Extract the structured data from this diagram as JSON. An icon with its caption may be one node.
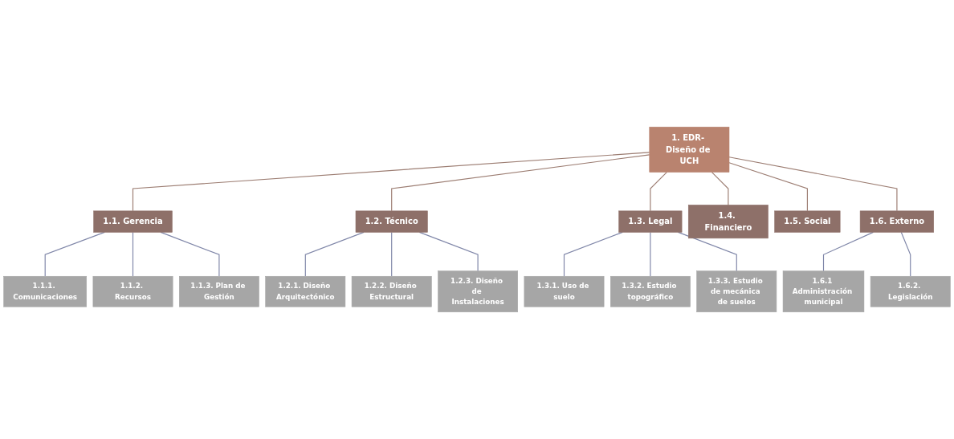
{
  "diagram": {
    "nodes": [
      {
        "text": [
          "1. EDR- Diseño de UCH"
        ]
      },
      {
        "text": [
          "1.1. Gerencia"
        ]
      },
      {
        "text": [
          "1.2. Técnico"
        ]
      },
      {
        "text": [
          "1.3. Legal"
        ]
      },
      {
        "text": [
          "1.4. Financiero"
        ]
      },
      {
        "text": [
          "1.5. Social"
        ]
      },
      {
        "text": [
          "1.6. Externo"
        ]
      },
      {
        "text": [
          "1.1.1. Comunicaciones"
        ]
      },
      {
        "text": [
          "1.1.2. Recursos"
        ]
      },
      {
        "text": [
          "1.1.3. Plan de Gestión"
        ]
      },
      {
        "text": [
          "1.2.1. Diseño Arquitectónico"
        ]
      },
      {
        "text": [
          "1.2.2. Diseño Estructural"
        ]
      },
      {
        "text": [
          "1.2.3. Diseño de Instalaciones"
        ]
      },
      {
        "text": [
          "1.3.1. Uso de suelo"
        ]
      },
      {
        "text": [
          "1.3.2. Estudio topográfico"
        ]
      },
      {
        "text": [
          "1.3.3. Estudio de mecánica de suelos"
        ]
      },
      {
        "text": [
          "1.6.1 Administración municipal"
        ]
      },
      {
        "text": [
          "1.6.2. Legislación"
        ]
      }
    ],
    "edges": [
      {
        "from": 0,
        "to": 1,
        "arrow": "none",
        "color": "#9c7d72"
      },
      {
        "from": 0,
        "to": 2,
        "arrow": "none",
        "color": "#9c7d72"
      },
      {
        "from": 0,
        "to": 3,
        "arrow": "none",
        "color": "#9c7d72"
      },
      {
        "from": 0,
        "to": 4,
        "arrow": "none",
        "color": "#9c7d72"
      },
      {
        "from": 0,
        "to": 5,
        "arrow": "none",
        "color": "#9c7d72"
      },
      {
        "from": 0,
        "to": 6,
        "arrow": "none",
        "color": "#9c7d72"
      },
      {
        "from": 1,
        "to": 7,
        "arrow": "none"
      },
      {
        "from": 1,
        "to": 8,
        "arrow": "none"
      },
      {
        "from": 1,
        "to": 9,
        "arrow": "none"
      },
      {
        "from": 2,
        "to": 10,
        "arrow": "none"
      },
      {
        "from": 2,
        "to": 11,
        "arrow": "none"
      },
      {
        "from": 2,
        "to": 12,
        "arrow": "none"
      },
      {
        "from": 3,
        "to": 13,
        "arrow": "none"
      },
      {
        "from": 3,
        "to": 14,
        "arrow": "none"
      },
      {
        "from": 3,
        "to": 15,
        "arrow": "none"
      },
      {
        "from": 6,
        "to": 16,
        "arrow": "none"
      },
      {
        "from": 6,
        "to": 17,
        "arrow": "none"
      }
    ]
  }
}
